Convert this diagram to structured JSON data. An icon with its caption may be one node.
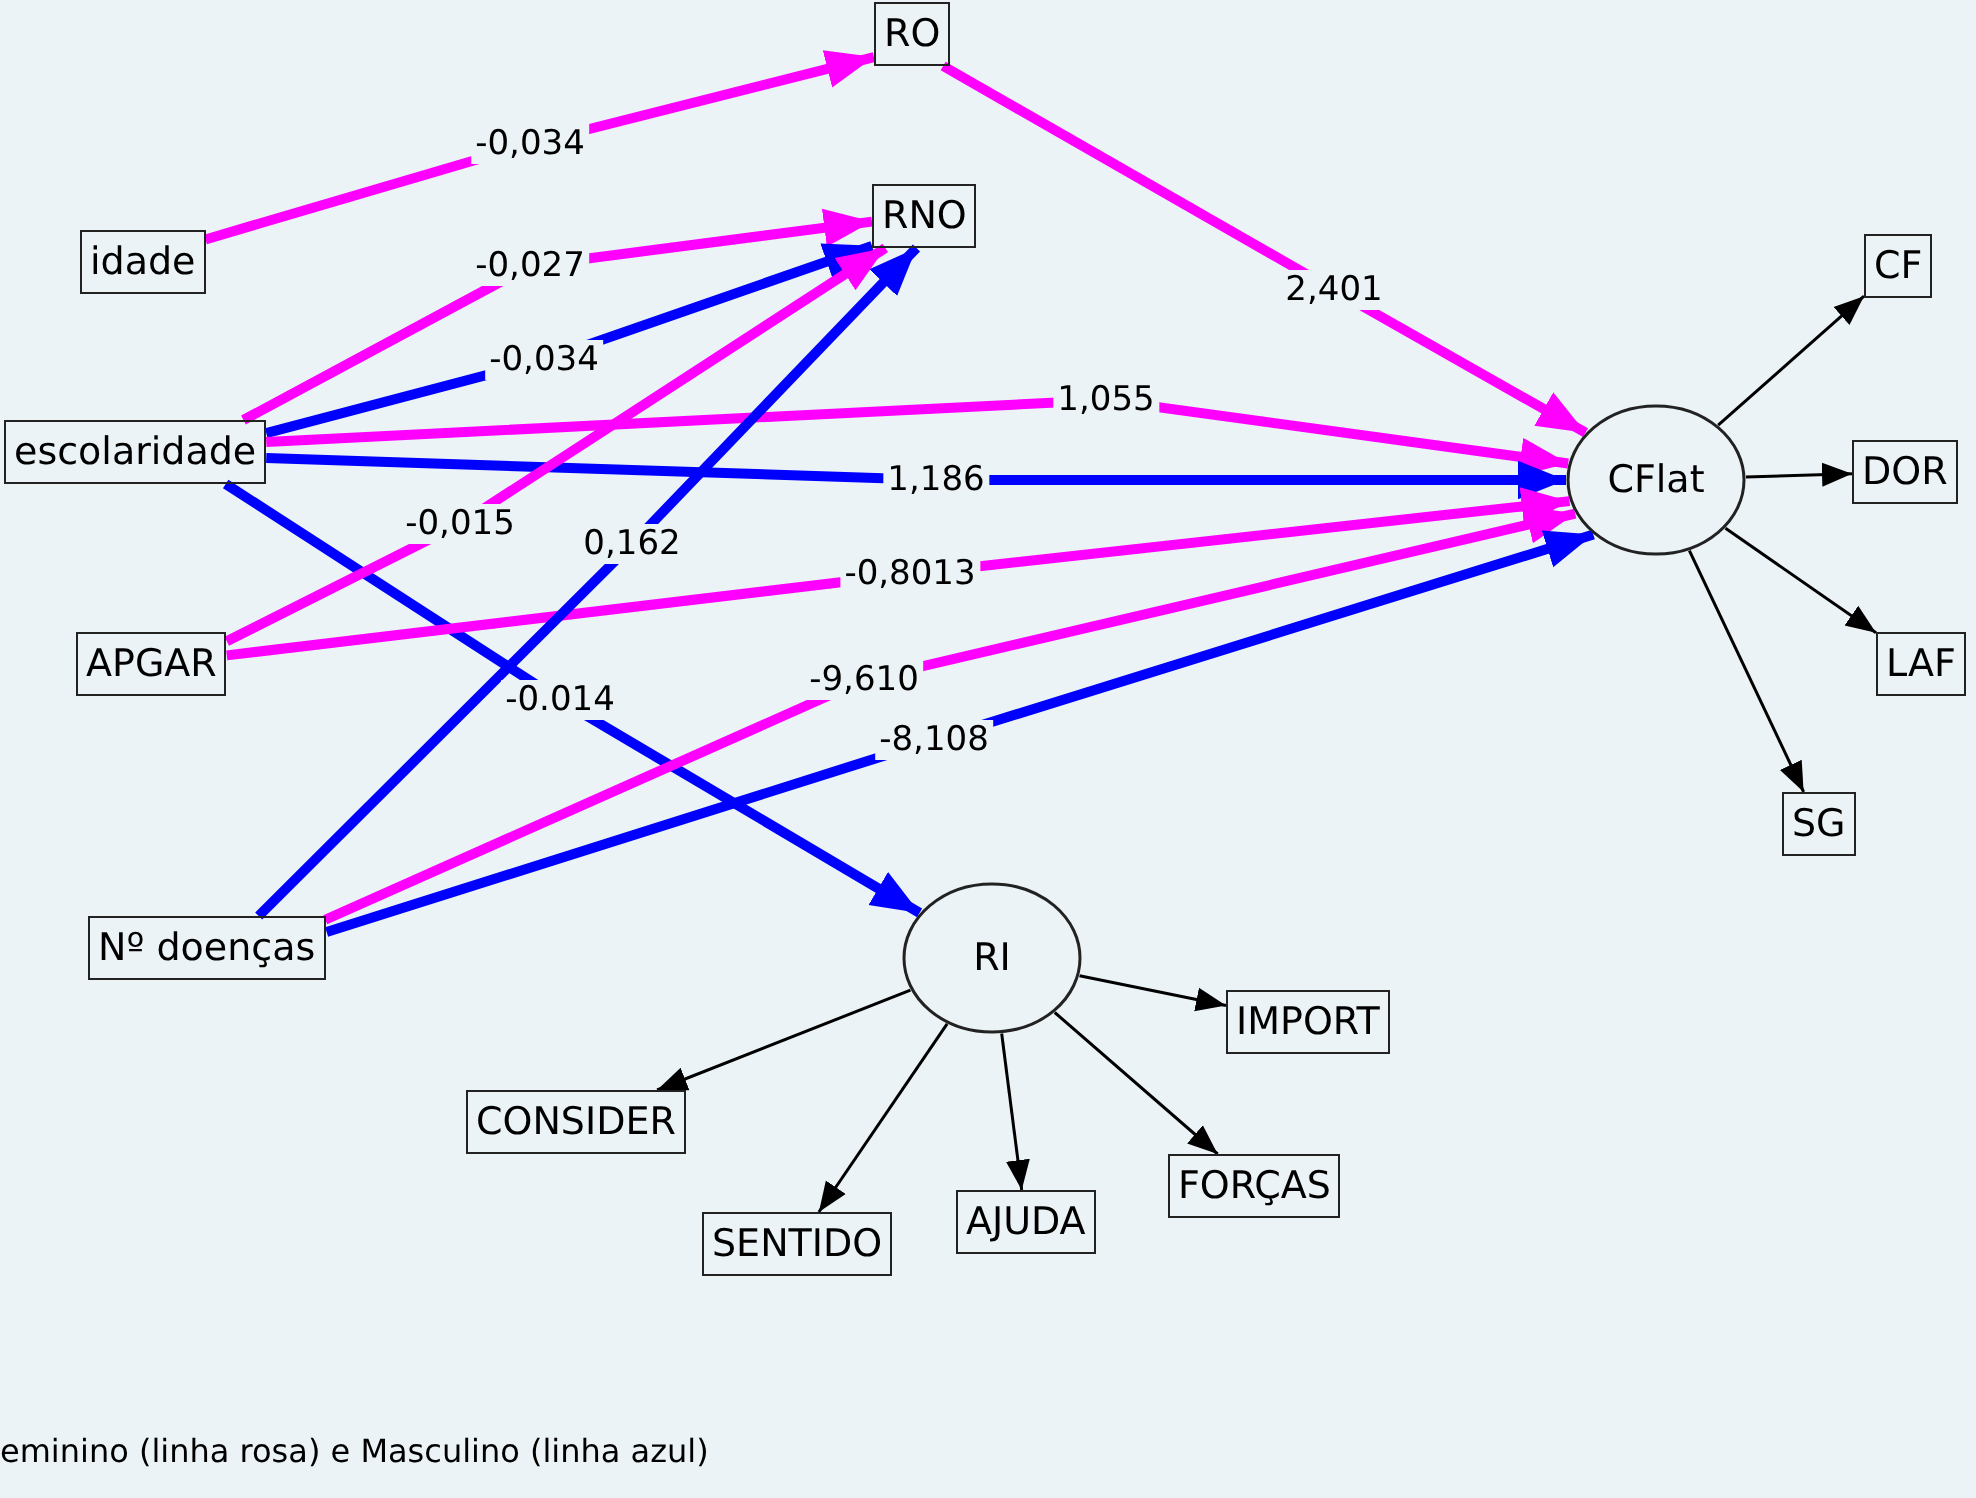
{
  "diagram": {
    "caption": "eminino (linha rosa) e Masculino (linha azul)",
    "nodes": [
      {
        "text": [
          "RO"
        ]
      },
      {
        "text": [
          "idade"
        ]
      },
      {
        "text": [
          "RNO"
        ]
      },
      {
        "text": [
          "escolaridade"
        ]
      },
      {
        "text": [
          "APGAR"
        ]
      },
      {
        "text": [
          "Nº doenças"
        ]
      },
      {
        "text": [
          "CFlat"
        ]
      },
      {
        "text": [
          "CF"
        ]
      },
      {
        "text": [
          "DOR"
        ]
      },
      {
        "text": [
          "LAF"
        ]
      },
      {
        "text": [
          "SG"
        ]
      },
      {
        "text": [
          "RI"
        ]
      },
      {
        "text": [
          "IMPORT"
        ]
      },
      {
        "text": [
          "CONSIDER"
        ]
      },
      {
        "text": [
          "SENTIDO"
        ]
      },
      {
        "text": [
          "AJUDA"
        ]
      },
      {
        "text": [
          "FORÇAS"
        ]
      }
    ],
    "edges": [
      {
        "from": 1,
        "to": 0,
        "arrow": "to",
        "label": "-0,034",
        "color": "#ff00ff"
      },
      {
        "from": 0,
        "to": 6,
        "arrow": "to",
        "label": "2,401",
        "color": "#ff00ff"
      },
      {
        "from": 3,
        "to": 2,
        "arrow": "to",
        "label": "-0,027",
        "color": "#ff00ff"
      },
      {
        "from": 3,
        "to": 2,
        "arrow": "to",
        "label": "-0,034",
        "color": "#0000ff"
      },
      {
        "from": 3,
        "to": 6,
        "arrow": "to",
        "label": "1,055",
        "color": "#ff00ff"
      },
      {
        "from": 3,
        "to": 6,
        "arrow": "to",
        "label": "1,186",
        "color": "#0000ff"
      },
      {
        "from": 3,
        "to": 11,
        "arrow": "to",
        "label": "-0.014",
        "color": "#0000ff"
      },
      {
        "from": 4,
        "to": 2,
        "arrow": "to",
        "label": "-0,015",
        "color": "#ff00ff"
      },
      {
        "from": 4,
        "to": 6,
        "arrow": "to",
        "label": "-0,8013",
        "color": "#ff00ff"
      },
      {
        "from": 5,
        "to": 2,
        "arrow": "to",
        "label": "0,162",
        "color": "#0000ff"
      },
      {
        "from": 5,
        "to": 6,
        "arrow": "to",
        "label": "-9,610",
        "color": "#ff00ff"
      },
      {
        "from": 5,
        "to": 6,
        "arrow": "to",
        "label": "-8,108",
        "color": "#0000ff"
      },
      {
        "from": 6,
        "to": 7,
        "arrow": "to"
      },
      {
        "from": 6,
        "to": 8,
        "arrow": "to"
      },
      {
        "from": 6,
        "to": 9,
        "arrow": "to"
      },
      {
        "from": 6,
        "to": 10,
        "arrow": "to"
      },
      {
        "from": 11,
        "to": 12,
        "arrow": "to"
      },
      {
        "from": 11,
        "to": 13,
        "arrow": "to"
      },
      {
        "from": 11,
        "to": 14,
        "arrow": "to"
      },
      {
        "from": 11,
        "to": 15,
        "arrow": "to"
      },
      {
        "from": 11,
        "to": 16,
        "arrow": "to"
      }
    ]
  }
}
